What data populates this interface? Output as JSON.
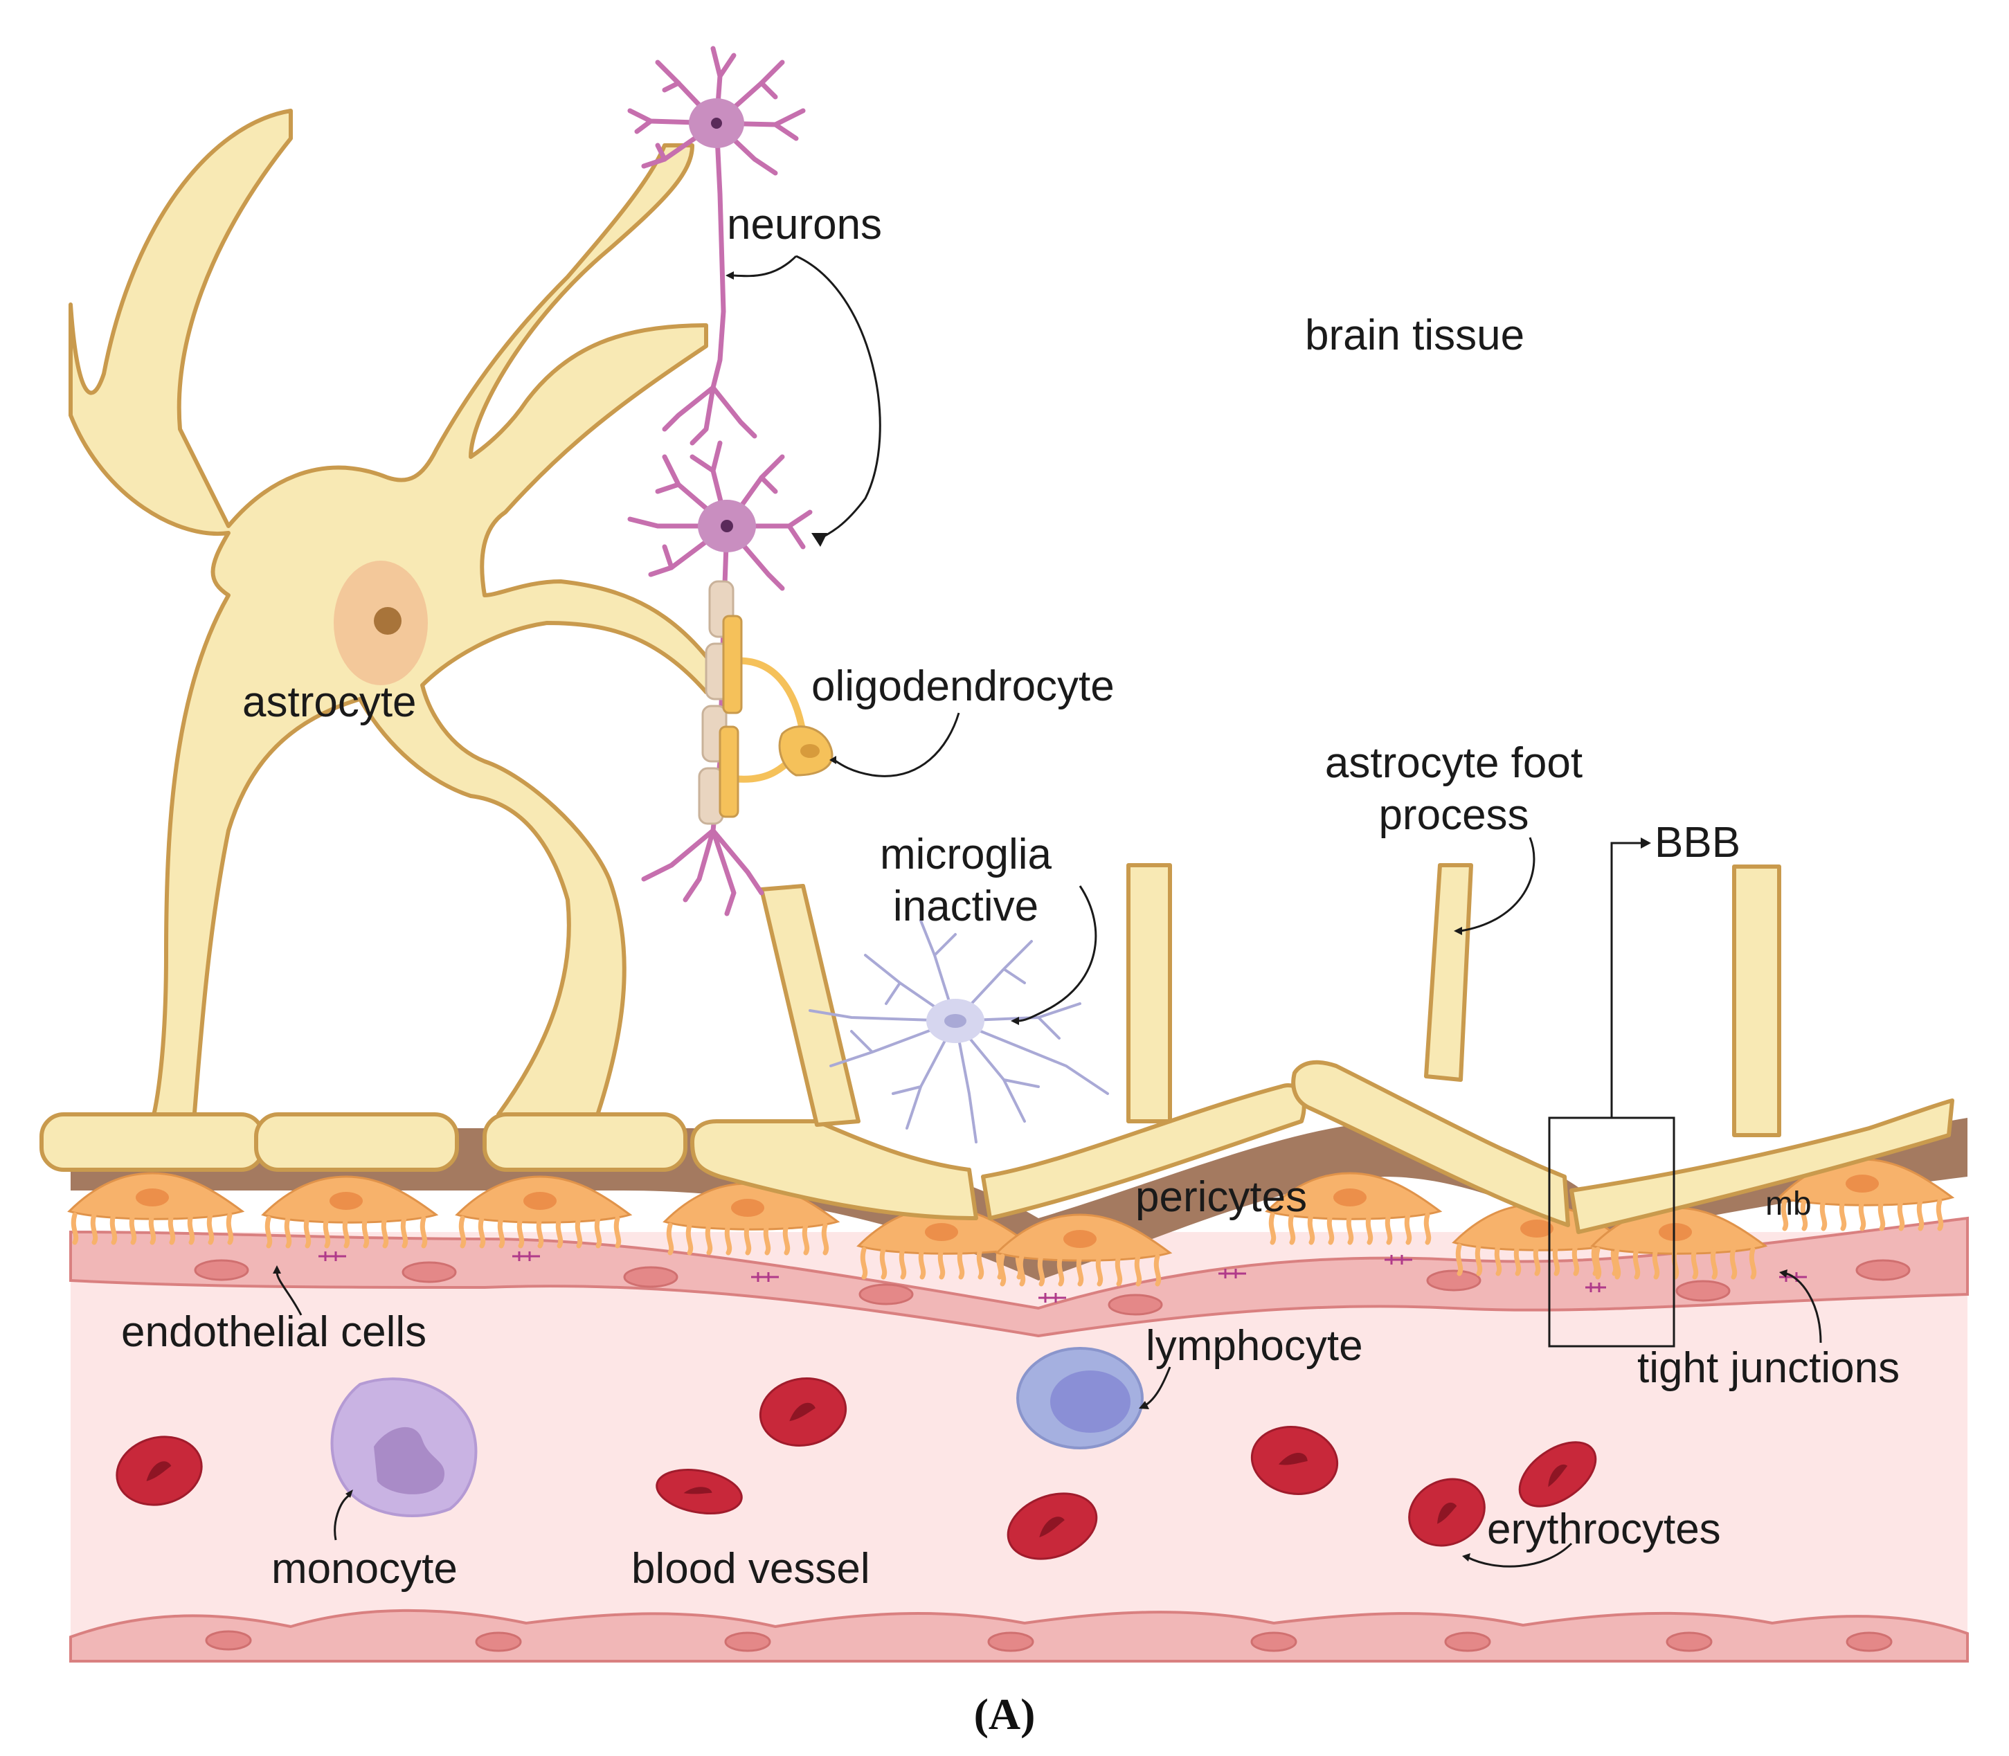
{
  "labels": {
    "neurons": "neurons",
    "brain_tissue": "brain tissue",
    "astrocyte": "astrocyte",
    "oligodendrocyte": "oligodendrocyte",
    "astrocyte_foot_1": "astrocyte foot",
    "astrocyte_foot_2": "process",
    "microglia_1": "microglia",
    "microglia_2": "inactive",
    "bbb": "BBB",
    "pericytes": "pericytes",
    "mb": "mb",
    "endothelial_cells": "endothelial cells",
    "lymphocyte": "lymphocyte",
    "tight_junctions": "tight junctions",
    "monocyte": "monocyte",
    "blood_vessel": "blood vessel",
    "erythrocytes": "erythrocytes"
  },
  "caption": "(A)",
  "colors": {
    "astrocyte_fill": "#f8e9b4",
    "astrocyte_stroke": "#c99a4d",
    "neuron": "#c66fae",
    "pericyte": "#f7b26b",
    "basement_membrane": "#a47a60",
    "endothelium": "#f1b7b7",
    "vessel_lumen": "#fde6e6",
    "erythrocyte": "#c8283a",
    "monocyte": "#c9b3e3",
    "lymphocyte": "#a5b0e0",
    "microglia": "#a9a9d6"
  }
}
